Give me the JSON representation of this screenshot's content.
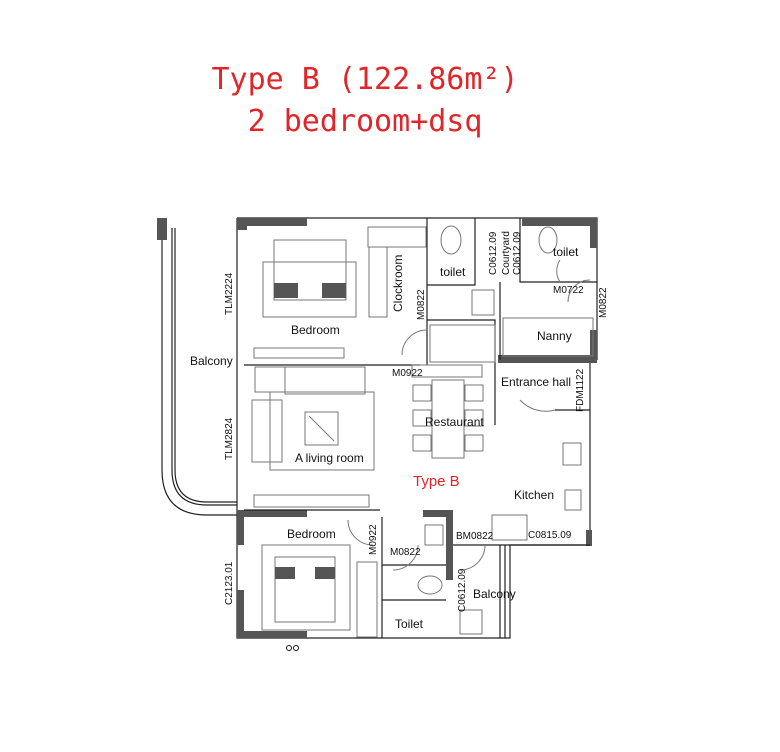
{
  "title": {
    "line1": "Type B (122.86m²)",
    "line2": "2 bedroom+dsq"
  },
  "plan_label": "Type B",
  "rooms": {
    "bedroom_top": "Bedroom",
    "cloakroom": "Clockroom",
    "toilet_top": "toilet",
    "courtyard": "Courtyard",
    "toilet_dsq": "toilet",
    "nanny": "Nanny",
    "entrance_hall": "Entrance hall",
    "restaurant": "Restaurant",
    "balcony_left": "Balcony",
    "living_room": "A living room",
    "kitchen": "Kitchen",
    "bedroom_bottom": "Bedroom",
    "toilet_bottom": "Toilet",
    "balcony_bottom": "Balcony"
  },
  "codes": {
    "tlm2224": "TLM2224",
    "tlm2824": "TLM2824",
    "m0822_a": "M0822",
    "c0612_a": "C0612.09",
    "c0612_b": "C0612.09",
    "m0722": "M0722",
    "m0822_b": "M0822",
    "m0922_a": "M0922",
    "fdm1122": "FDM1122",
    "m0922_b": "M0922",
    "m0822_c": "M0822",
    "bm0822": "BM0822",
    "c0815": "C0815.09",
    "c2123": "C2123.01",
    "c0612_c": "C0612.09"
  }
}
